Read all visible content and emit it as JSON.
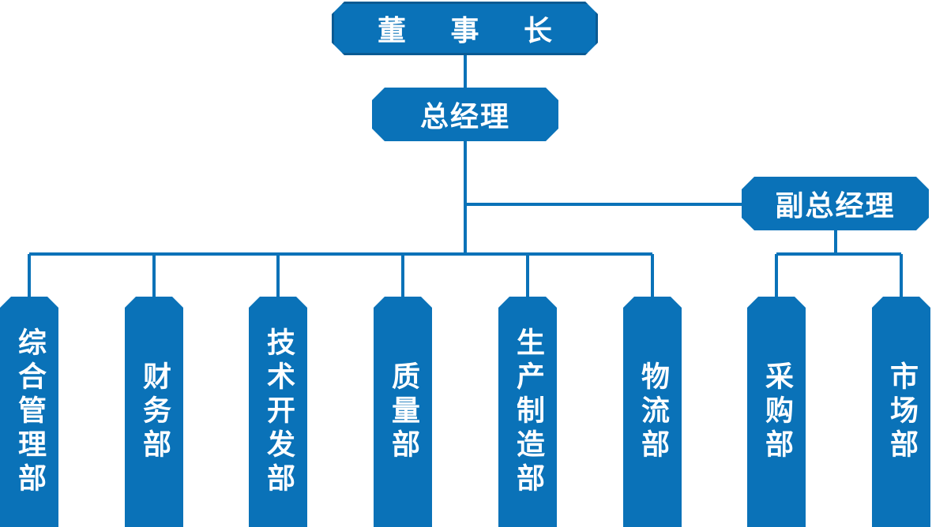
{
  "diagram": {
    "top": {
      "label": "董 事 长"
    },
    "general_manager": {
      "label": "总经理"
    },
    "vice_general_manager": {
      "label": "副总经理"
    },
    "departments": [
      {
        "label": "综合管理部"
      },
      {
        "label": "财务部"
      },
      {
        "label": "技术开发部"
      },
      {
        "label": "质量部"
      },
      {
        "label": "生产制造部"
      },
      {
        "label": "物流部"
      },
      {
        "label": "采购部"
      },
      {
        "label": "市场部"
      }
    ]
  },
  "colors": {
    "box_fill": "#0a72b8",
    "line": "#0a72b8",
    "text": "#ffffff"
  }
}
